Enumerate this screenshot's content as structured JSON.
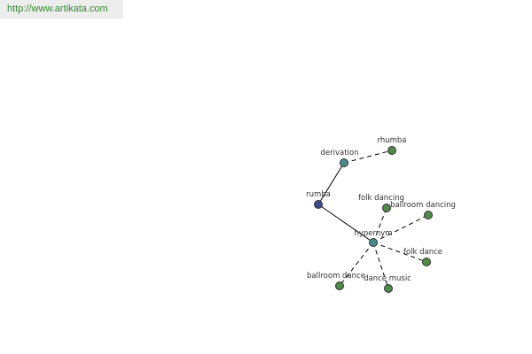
{
  "header": {
    "url": "http://www.artikata.com"
  },
  "graph": {
    "colors": {
      "root": "#3d4a8c",
      "hub": "#4a8a8a",
      "leaf": "#4e8a48"
    },
    "nodes": {
      "rumba": {
        "label": "rumba",
        "kind": "root"
      },
      "derivation": {
        "label": "derivation",
        "kind": "hub"
      },
      "rhumba": {
        "label": "rhumba",
        "kind": "leaf"
      },
      "hypernym": {
        "label": "hypernym",
        "kind": "hub"
      },
      "folk_dancing": {
        "label": "folk dancing",
        "kind": "leaf"
      },
      "ballroom_dancing": {
        "label": "ballroom dancing",
        "kind": "leaf"
      },
      "folk_dance": {
        "label": "folk dance",
        "kind": "leaf"
      },
      "dance_music": {
        "label": "dance music",
        "kind": "leaf"
      },
      "ballroom_dance": {
        "label": "ballroom dance",
        "kind": "leaf"
      }
    },
    "edges": [
      {
        "from": "rumba",
        "to": "derivation",
        "style": "solid"
      },
      {
        "from": "rumba",
        "to": "hypernym",
        "style": "solid"
      },
      {
        "from": "derivation",
        "to": "rhumba",
        "style": "dashed"
      },
      {
        "from": "hypernym",
        "to": "folk_dancing",
        "style": "dashed"
      },
      {
        "from": "hypernym",
        "to": "ballroom_dancing",
        "style": "dashed"
      },
      {
        "from": "hypernym",
        "to": "folk_dance",
        "style": "dashed"
      },
      {
        "from": "hypernym",
        "to": "dance_music",
        "style": "dashed"
      },
      {
        "from": "hypernym",
        "to": "ballroom_dance",
        "style": "dashed"
      }
    ]
  }
}
